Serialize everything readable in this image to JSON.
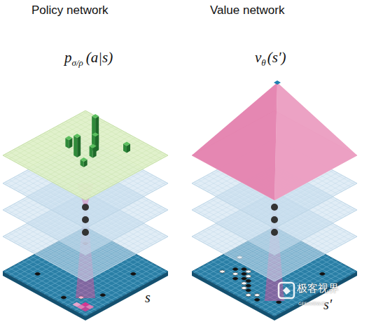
{
  "diagram": {
    "labels": [
      "Policy network",
      "Value network",
      "p",
      "σ/ρ",
      "(a|s)",
      "v",
      "θ",
      "(s′)",
      "s",
      "s′",
      "极客视界",
      "GEEKVIEW.CN"
    ]
  }
}
